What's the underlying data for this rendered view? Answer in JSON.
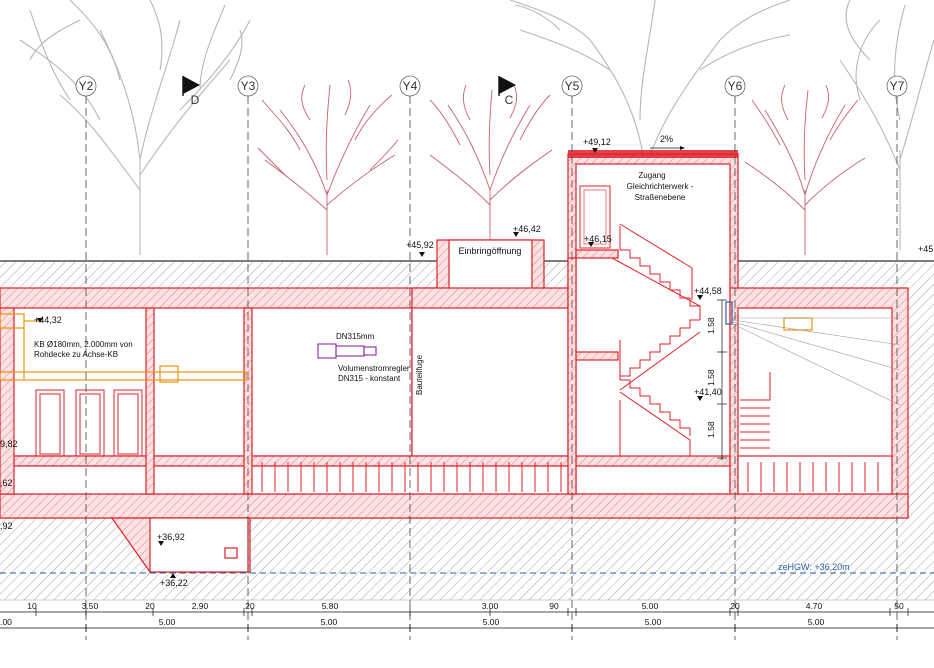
{
  "grid_axes": [
    "Y2",
    "Y3",
    "Y4",
    "Y5",
    "Y6",
    "Y7"
  ],
  "section_markers": [
    "D",
    "C"
  ],
  "elevations": {
    "roof_top": "+49,12",
    "opening_top": "+46,42",
    "ground_y4": "+45,92",
    "ground_right": "+45",
    "landing_upper": "+46,15",
    "level_44_58": "+44,58",
    "level_44_32": "+44,32",
    "level_41_40": "+41,40",
    "left_82": "9,82",
    "left_62": ",62",
    "left_92": ",92",
    "pit_36_92": "+36,92",
    "pit_36_22": "+36,22"
  },
  "labels": {
    "slope": "2%",
    "einbring": "Einbringöffnung",
    "zugang_1": "Zugang",
    "zugang_2": "Gleichrichterwerk -",
    "zugang_3": "Straßenebene",
    "kb_1": "KB Ø180mm, 2.000mm von",
    "kb_2": "Rohdecke zu Achse-KB",
    "dn315": "DN315mm",
    "vol_1": "Volumenstromregler",
    "vol_2": "DN315 - konstant",
    "bauteilfuge": "Bauteilfuge",
    "hgw": "zeHGW: +36,20m",
    "stair_dim": "1.58"
  },
  "dims_row1": [
    "10",
    "3.50",
    "20",
    "2.90",
    "20",
    "5.80",
    "3.00",
    "90",
    "5.00",
    "20",
    "4.70",
    "50"
  ],
  "dims_row2": [
    ".00",
    "5.00",
    "5.00",
    "5.00",
    "5.00",
    "5.00"
  ],
  "colors": {
    "structure": "#e0202a",
    "hatch_pink": "#f3a0a6",
    "trees_pink": "#c9606e",
    "trees_grey": "#b7b7b7",
    "duct_orange": "#e8960c",
    "vent_purple": "#8a2a9c",
    "groundwater": "#2b5fa5"
  }
}
